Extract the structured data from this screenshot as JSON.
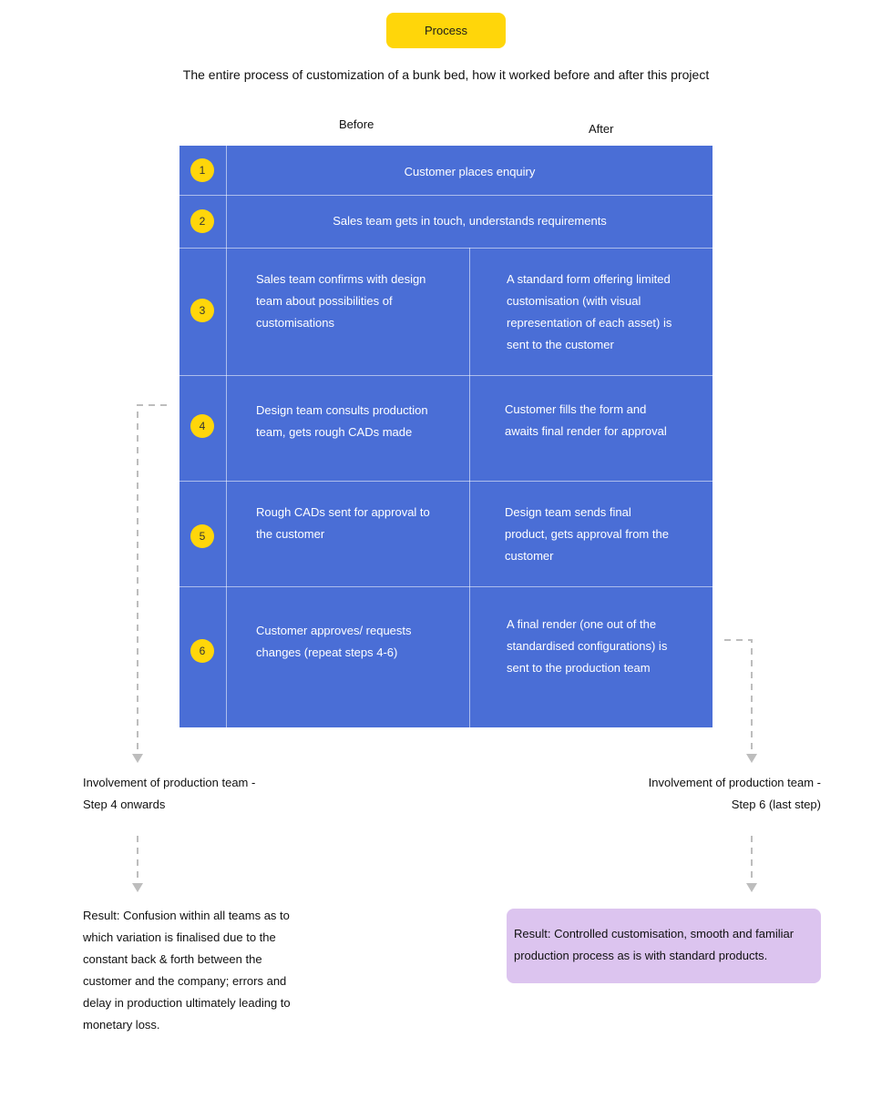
{
  "header": {
    "pill_label": "Process",
    "subtitle": "The entire process of customization of a bunk bed, how it worked before and after this project"
  },
  "columns": {
    "before": "Before",
    "after": "After"
  },
  "steps": [
    {
      "number": "1",
      "text": "Customer places enquiry"
    },
    {
      "number": "2",
      "text": "Sales team gets in touch, understands requirements"
    },
    {
      "number": "3",
      "before": [
        "Sales team confirms with design",
        "team about possibilities of",
        "customisations"
      ],
      "after": [
        "A standard form offering limited",
        "customisation (with visual",
        "representation of each asset) is",
        "sent to the customer"
      ]
    },
    {
      "number": "4",
      "before": [
        "Design team consults production",
        "team, gets rough CADs made"
      ],
      "after": [
        "Customer fills the form and",
        "awaits final render for approval"
      ]
    },
    {
      "number": "5",
      "before": [
        "Rough CADs sent for approval to",
        "the customer"
      ],
      "after": [
        "Design team sends final",
        "product, gets approval from the",
        "customer"
      ]
    },
    {
      "number": "6",
      "before": [
        "Customer approves/ requests",
        "changes (repeat steps 4-6)"
      ],
      "after": [
        "A final render (one out of the",
        "standardised configurations) is",
        "sent to the production team"
      ]
    }
  ],
  "involvement": {
    "before": [
      "Involvement of production team -",
      "Step 4 onwards"
    ],
    "after": [
      "Involvement of production team -",
      "Step 6 (last step)"
    ]
  },
  "results": {
    "before": [
      "Result: Confusion within all teams as to",
      "which variation is finalised due to the",
      "constant back & forth between the",
      "customer and the company; errors and",
      "delay in production ultimately leading to",
      "monetary loss."
    ],
    "after": [
      "Result: Controlled customisation, smooth and familiar",
      "production process as is with standard products."
    ]
  },
  "colors": {
    "pill": "#ffd60a",
    "grid_background": "#4a6ed6",
    "badge": "#ffd60a",
    "result_box": "#dcc4ef",
    "connector": "#bdbdbd"
  }
}
